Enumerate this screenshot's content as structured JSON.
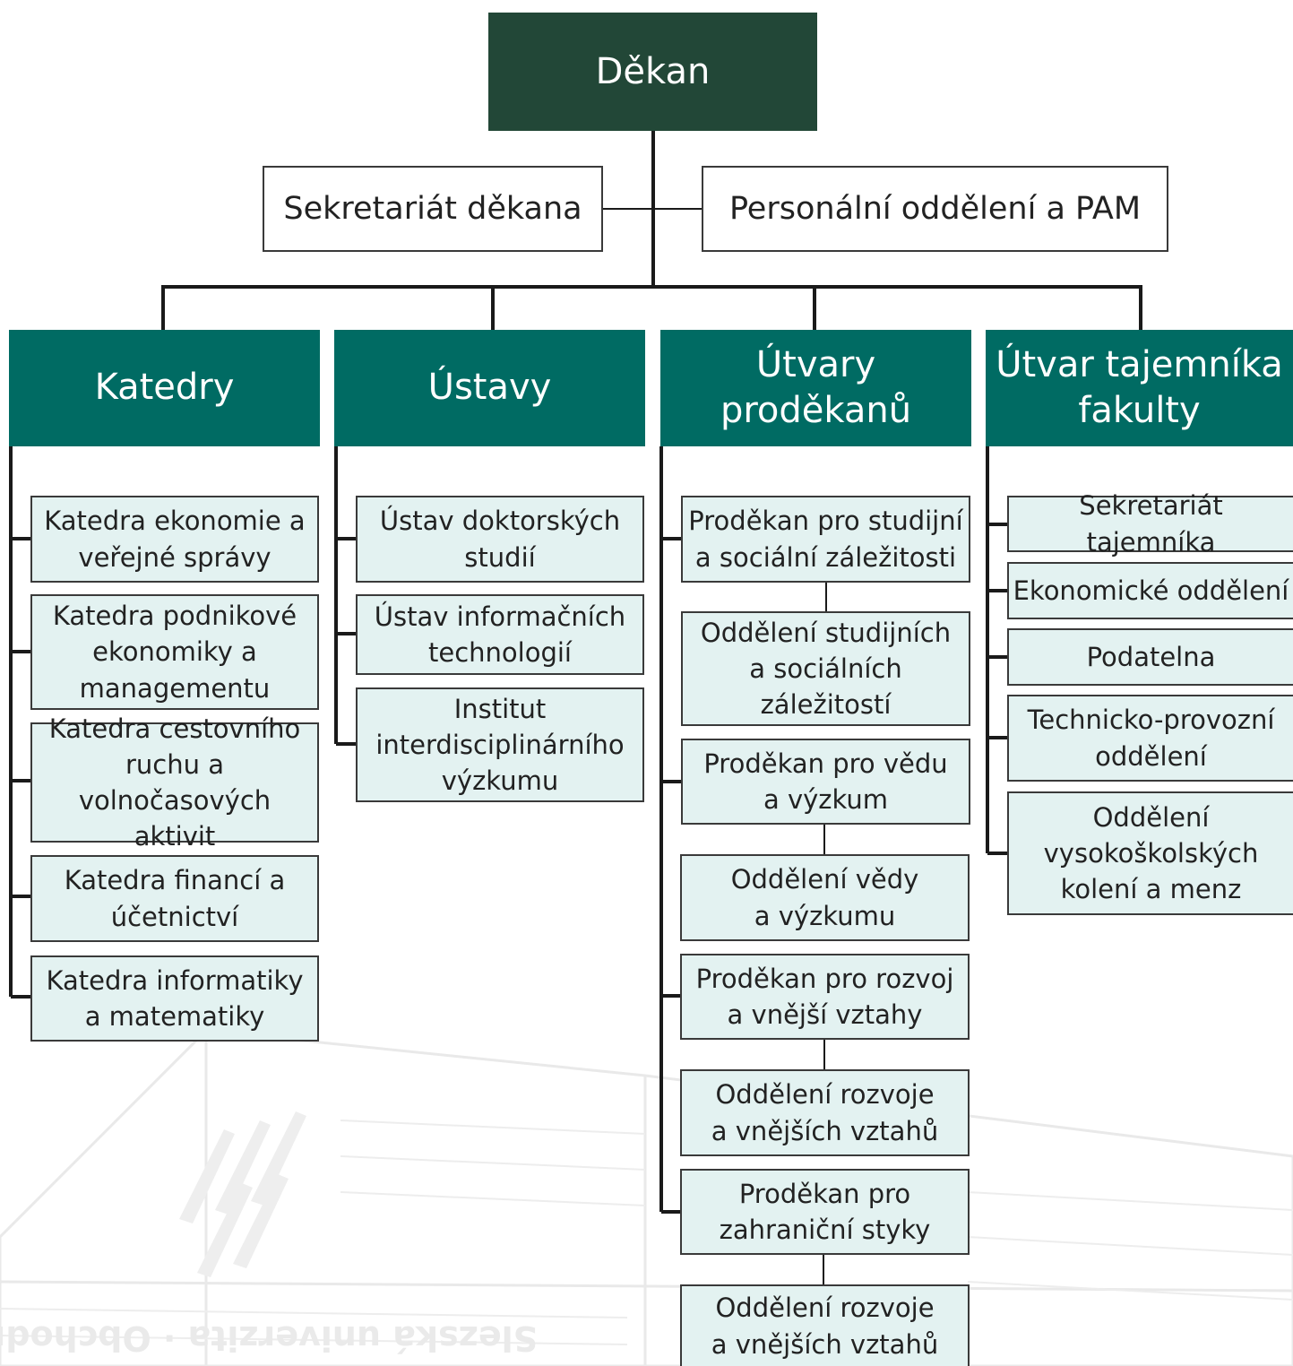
{
  "dean": "Děkan",
  "dean_staff": {
    "left": "Sekretariát děkana",
    "right": "Personální oddělení a PAM"
  },
  "columns": [
    {
      "title": "Katedry",
      "items": [
        "Katedra ekonomie a\nveřejné správy",
        "Katedra podnikové\nekonomiky a\nmanagementu",
        "Katedra cestovního\nruchu a\nvolnočasových aktivit",
        "Katedra financí a\núčetnictví",
        "Katedra informatiky\na matematiky"
      ]
    },
    {
      "title": "Ústavy",
      "items": [
        "Ústav doktorských\nstudií",
        "Ústav informačních\ntechnologií",
        "Institut\ninterdisciplinárního\nvýzkumu"
      ]
    },
    {
      "title": "Útvary\nproděkanů",
      "items": [
        "Proděkan pro studijní\na sociální záležitosti",
        "Oddělení studijních\na sociálních\nzáležitostí",
        "Proděkan pro vědu\na výzkum",
        "Oddělení vědy\na výzkumu",
        "Proděkan pro rozvoj\na vnější vztahy",
        "Oddělení rozvoje\na vnějších vztahů",
        "Proděkan pro\nzahraniční styky",
        "Oddělení rozvoje\na vnějších vztahů"
      ]
    },
    {
      "title": "Útvar tajemníka\nfakulty",
      "items": [
        "Sekretariát tajemníka",
        "Ekonomické oddělení",
        "Podatelna",
        "Technicko-provozní\noddělení",
        "Oddělení\nvysokoškolských\nkolení a menz"
      ]
    }
  ],
  "watermark": "Slezská univerzita · Obchodně podnikatelská fakulta",
  "colors": {
    "dean": "#224737",
    "header": "#006b63",
    "unit_fill": "#e3f2f1",
    "line": "#1a1a1a"
  }
}
